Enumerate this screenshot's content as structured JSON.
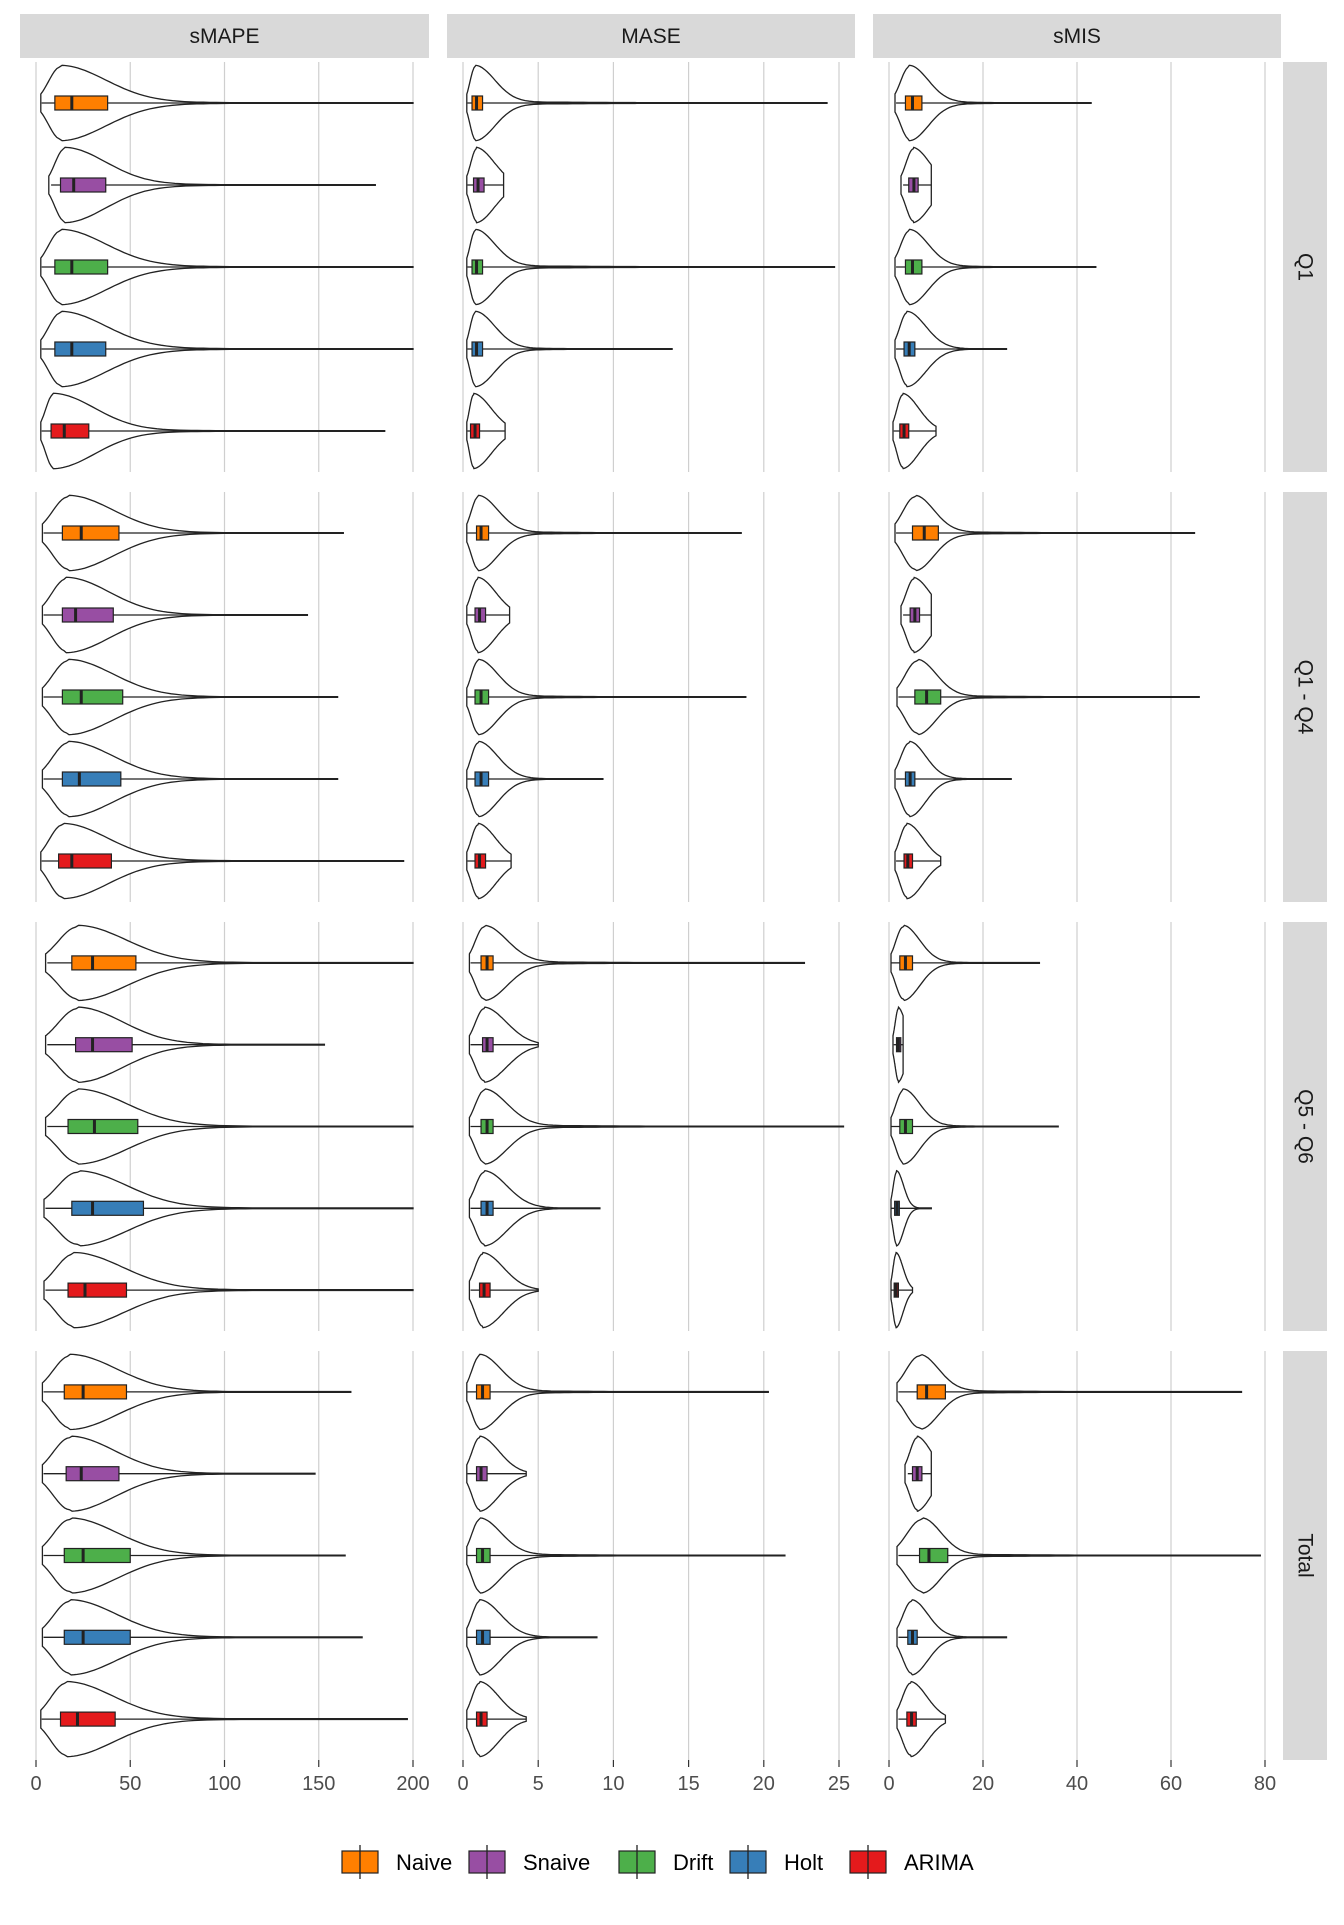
{
  "chart_data": {
    "type": "violin-boxplot",
    "metrics": [
      "sMAPE",
      "MASE",
      "sMIS"
    ],
    "horizons": [
      "Q1",
      "Q1 - Q4",
      "Q5 - Q6",
      "Total"
    ],
    "methods": [
      "Naive",
      "Snaive",
      "Drift",
      "Holt",
      "ARIMA"
    ],
    "colors": {
      "Naive": "#FF7F00",
      "Snaive": "#984EA3",
      "Drift": "#4DAF4A",
      "Holt": "#377EB8",
      "ARIMA": "#E41A1C"
    },
    "x_axes": {
      "sMAPE": {
        "range": [
          0,
          200
        ],
        "ticks": [
          0,
          50,
          100,
          150,
          200
        ]
      },
      "MASE": {
        "range": [
          0,
          25
        ],
        "ticks": [
          0,
          5,
          10,
          15,
          20,
          25
        ]
      },
      "sMIS": {
        "range": [
          0,
          80
        ],
        "ticks": [
          0,
          20,
          40,
          60,
          80
        ]
      }
    },
    "grid": true,
    "legend": "bottom",
    "boxes": {
      "sMAPE": {
        "Q1": [
          {
            "lw": 3,
            "q1": 10,
            "med": 19,
            "q3": 38,
            "uw": 200,
            "peak": 13,
            "vspread": 24
          },
          {
            "lw": 8,
            "q1": 13,
            "med": 20,
            "q3": 37,
            "uw": 180,
            "peak": 15,
            "vspread": 22
          },
          {
            "lw": 3,
            "q1": 10,
            "med": 19,
            "q3": 38,
            "uw": 200,
            "peak": 13,
            "vspread": 24
          },
          {
            "lw": 3,
            "q1": 10,
            "med": 19,
            "q3": 37,
            "uw": 200,
            "peak": 13,
            "vspread": 24
          },
          {
            "lw": 3,
            "q1": 8,
            "med": 15,
            "q3": 28,
            "uw": 185,
            "peak": 9,
            "vspread": 22
          }
        ],
        "Q1 - Q4": [
          {
            "lw": 4,
            "q1": 14,
            "med": 24,
            "q3": 44,
            "uw": 163,
            "peak": 17,
            "vspread": 24
          },
          {
            "lw": 4,
            "q1": 14,
            "med": 21,
            "q3": 41,
            "uw": 144,
            "peak": 16,
            "vspread": 23
          },
          {
            "lw": 4,
            "q1": 14,
            "med": 24,
            "q3": 46,
            "uw": 160,
            "peak": 17,
            "vspread": 24
          },
          {
            "lw": 4,
            "q1": 14,
            "med": 23,
            "q3": 45,
            "uw": 160,
            "peak": 17,
            "vspread": 24
          },
          {
            "lw": 3,
            "q1": 12,
            "med": 19,
            "q3": 40,
            "uw": 195,
            "peak": 14,
            "vspread": 24
          }
        ],
        "Q5 - Q6": [
          {
            "lw": 6,
            "q1": 19,
            "med": 30,
            "q3": 53,
            "uw": 200,
            "peak": 22,
            "vspread": 26
          },
          {
            "lw": 6,
            "q1": 21,
            "med": 30,
            "q3": 51,
            "uw": 153,
            "peak": 22,
            "vspread": 24
          },
          {
            "lw": 6,
            "q1": 17,
            "med": 31,
            "q3": 54,
            "uw": 200,
            "peak": 22,
            "vspread": 26
          },
          {
            "lw": 5,
            "q1": 19,
            "med": 30,
            "q3": 57,
            "uw": 200,
            "peak": 22,
            "vspread": 26
          },
          {
            "lw": 5,
            "q1": 17,
            "med": 26,
            "q3": 48,
            "uw": 200,
            "peak": 20,
            "vspread": 26
          }
        ],
        "Total": [
          {
            "lw": 4,
            "q1": 15,
            "med": 25,
            "q3": 48,
            "uw": 167,
            "peak": 18,
            "vspread": 25
          },
          {
            "lw": 4,
            "q1": 16,
            "med": 24,
            "q3": 44,
            "uw": 148,
            "peak": 18,
            "vspread": 24
          },
          {
            "lw": 4,
            "q1": 15,
            "med": 25,
            "q3": 50,
            "uw": 164,
            "peak": 18,
            "vspread": 25
          },
          {
            "lw": 4,
            "q1": 15,
            "med": 25,
            "q3": 50,
            "uw": 173,
            "peak": 18,
            "vspread": 25
          },
          {
            "lw": 3,
            "q1": 13,
            "med": 22,
            "q3": 42,
            "uw": 197,
            "peak": 16,
            "vspread": 25
          }
        ]
      },
      "MASE": {
        "Q1": [
          {
            "lw": 0.3,
            "q1": 0.6,
            "med": 0.9,
            "q3": 1.3,
            "uw": 24.2,
            "peak": 0.8,
            "vspread": 1.3
          },
          {
            "lw": 0.3,
            "q1": 0.7,
            "med": 1.0,
            "q3": 1.4,
            "uw": 2.7,
            "peak": 0.9,
            "vspread": 1.2
          },
          {
            "lw": 0.3,
            "q1": 0.6,
            "med": 0.9,
            "q3": 1.3,
            "uw": 24.7,
            "peak": 0.8,
            "vspread": 1.3
          },
          {
            "lw": 0.3,
            "q1": 0.6,
            "med": 0.9,
            "q3": 1.3,
            "uw": 13.9,
            "peak": 0.8,
            "vspread": 1.3
          },
          {
            "lw": 0.3,
            "q1": 0.5,
            "med": 0.8,
            "q3": 1.1,
            "uw": 2.8,
            "peak": 0.7,
            "vspread": 1.2
          }
        ],
        "Q1 - Q4": [
          {
            "lw": 0.3,
            "q1": 0.9,
            "med": 1.2,
            "q3": 1.7,
            "uw": 18.5,
            "peak": 1.0,
            "vspread": 1.3
          },
          {
            "lw": 0.3,
            "q1": 0.8,
            "med": 1.1,
            "q3": 1.5,
            "uw": 3.1,
            "peak": 1.0,
            "vspread": 1.2
          },
          {
            "lw": 0.3,
            "q1": 0.8,
            "med": 1.2,
            "q3": 1.7,
            "uw": 18.8,
            "peak": 1.0,
            "vspread": 1.3
          },
          {
            "lw": 0.3,
            "q1": 0.8,
            "med": 1.2,
            "q3": 1.7,
            "uw": 9.3,
            "peak": 1.0,
            "vspread": 1.3
          },
          {
            "lw": 0.3,
            "q1": 0.8,
            "med": 1.1,
            "q3": 1.5,
            "uw": 3.2,
            "peak": 1.0,
            "vspread": 1.2
          }
        ],
        "Q5 - Q6": [
          {
            "lw": 0.5,
            "q1": 1.2,
            "med": 1.6,
            "q3": 2.0,
            "uw": 22.7,
            "peak": 1.4,
            "vspread": 1.5
          },
          {
            "lw": 0.5,
            "q1": 1.3,
            "med": 1.6,
            "q3": 2.0,
            "uw": 5.0,
            "peak": 1.4,
            "vspread": 1.5
          },
          {
            "lw": 0.5,
            "q1": 1.2,
            "med": 1.6,
            "q3": 2.0,
            "uw": 25.3,
            "peak": 1.4,
            "vspread": 1.5
          },
          {
            "lw": 0.5,
            "q1": 1.2,
            "med": 1.6,
            "q3": 2.0,
            "uw": 9.1,
            "peak": 1.4,
            "vspread": 1.5
          },
          {
            "lw": 0.5,
            "q1": 1.1,
            "med": 1.4,
            "q3": 1.8,
            "uw": 5.0,
            "peak": 1.3,
            "vspread": 1.4
          }
        ],
        "Total": [
          {
            "lw": 0.3,
            "q1": 0.9,
            "med": 1.3,
            "q3": 1.8,
            "uw": 20.3,
            "peak": 1.1,
            "vspread": 1.4
          },
          {
            "lw": 0.3,
            "q1": 0.9,
            "med": 1.2,
            "q3": 1.6,
            "uw": 4.2,
            "peak": 1.1,
            "vspread": 1.3
          },
          {
            "lw": 0.3,
            "q1": 0.9,
            "med": 1.3,
            "q3": 1.8,
            "uw": 21.4,
            "peak": 1.1,
            "vspread": 1.4
          },
          {
            "lw": 0.3,
            "q1": 0.9,
            "med": 1.3,
            "q3": 1.8,
            "uw": 8.9,
            "peak": 1.1,
            "vspread": 1.4
          },
          {
            "lw": 0.3,
            "q1": 0.9,
            "med": 1.2,
            "q3": 1.6,
            "uw": 4.2,
            "peak": 1.1,
            "vspread": 1.3
          }
        ]
      },
      "sMIS": {
        "Q1": [
          {
            "lw": 1.5,
            "q1": 3.5,
            "med": 5.0,
            "q3": 7.0,
            "uw": 43,
            "peak": 4.3,
            "vspread": 4
          },
          {
            "lw": 3.0,
            "q1": 4.2,
            "med": 5.3,
            "q3": 6.2,
            "uw": 9,
            "peak": 5.2,
            "vspread": 3.5
          },
          {
            "lw": 1.5,
            "q1": 3.5,
            "med": 5.0,
            "q3": 7.0,
            "uw": 44,
            "peak": 4.3,
            "vspread": 4
          },
          {
            "lw": 1.5,
            "q1": 3.2,
            "med": 4.3,
            "q3": 5.5,
            "uw": 25,
            "peak": 3.8,
            "vspread": 4
          },
          {
            "lw": 1.0,
            "q1": 2.3,
            "med": 3.2,
            "q3": 4.2,
            "uw": 10,
            "peak": 2.9,
            "vspread": 3.5
          }
        ],
        "Q1 - Q4": [
          {
            "lw": 1.5,
            "q1": 5.0,
            "med": 7.5,
            "q3": 10.5,
            "uw": 65,
            "peak": 5.5,
            "vspread": 4
          },
          {
            "lw": 3.0,
            "q1": 4.5,
            "med": 5.5,
            "q3": 6.5,
            "uw": 9,
            "peak": 5.3,
            "vspread": 3.5
          },
          {
            "lw": 2.0,
            "q1": 5.5,
            "med": 8.0,
            "q3": 11.0,
            "uw": 66,
            "peak": 6.0,
            "vspread": 4
          },
          {
            "lw": 1.5,
            "q1": 3.5,
            "med": 4.5,
            "q3": 5.5,
            "uw": 26,
            "peak": 4.3,
            "vspread": 3.5
          },
          {
            "lw": 1.5,
            "q1": 3.2,
            "med": 4.0,
            "q3": 5.0,
            "uw": 11,
            "peak": 3.8,
            "vspread": 3.5
          }
        ],
        "Q5 - Q6": [
          {
            "lw": 0.5,
            "q1": 2.3,
            "med": 3.5,
            "q3": 5.0,
            "uw": 32,
            "peak": 3.0,
            "vspread": 3.5
          },
          {
            "lw": 1.0,
            "q1": 1.6,
            "med": 2.0,
            "q3": 2.5,
            "uw": 3,
            "peak": 2.0,
            "vspread": 1.5
          },
          {
            "lw": 0.5,
            "q1": 2.3,
            "med": 3.5,
            "q3": 5.0,
            "uw": 36,
            "peak": 3.0,
            "vspread": 3.5
          },
          {
            "lw": 0.5,
            "q1": 1.2,
            "med": 1.7,
            "q3": 2.2,
            "uw": 9,
            "peak": 1.6,
            "vspread": 1.5
          },
          {
            "lw": 0.5,
            "q1": 1.1,
            "med": 1.5,
            "q3": 2.0,
            "uw": 5,
            "peak": 1.5,
            "vspread": 1.5
          }
        ],
        "Total": [
          {
            "lw": 2.0,
            "q1": 6.0,
            "med": 8.0,
            "q3": 12.0,
            "uw": 75,
            "peak": 6.5,
            "vspread": 4
          },
          {
            "lw": 4.0,
            "q1": 5.0,
            "med": 6.0,
            "q3": 7.0,
            "uw": 9,
            "peak": 6.0,
            "vspread": 3
          },
          {
            "lw": 2.0,
            "q1": 6.5,
            "med": 8.5,
            "q3": 12.5,
            "uw": 79,
            "peak": 7.0,
            "vspread": 4
          },
          {
            "lw": 2.0,
            "q1": 4.0,
            "med": 5.0,
            "q3": 6.0,
            "uw": 25,
            "peak": 4.8,
            "vspread": 3.5
          },
          {
            "lw": 2.0,
            "q1": 3.8,
            "med": 4.8,
            "q3": 5.8,
            "uw": 12,
            "peak": 4.6,
            "vspread": 3.5
          }
        ]
      }
    }
  }
}
